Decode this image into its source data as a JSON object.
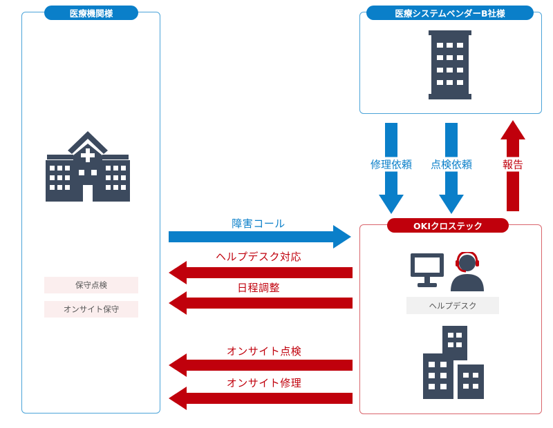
{
  "hospital": {
    "title": "医療機関様",
    "tags": [
      "保守点検",
      "オンサイト保守"
    ]
  },
  "vendor": {
    "title": "医療システムベンダーB社様"
  },
  "oki": {
    "title": "OKIクロステック",
    "desk_label": "ヘルプデスク"
  },
  "vertical_flows": [
    {
      "label": "修理依頼",
      "direction": "down"
    },
    {
      "label": "点検依頼",
      "direction": "down"
    },
    {
      "label": "報告",
      "direction": "up"
    }
  ],
  "horizontal_flows": [
    {
      "label": "障害コール",
      "direction": "right"
    },
    {
      "label": "ヘルプデスク対応",
      "direction": "left"
    },
    {
      "label": "日程調整",
      "direction": "left"
    },
    {
      "label": "オンサイト点検",
      "direction": "left"
    },
    {
      "label": "オンサイト修理",
      "direction": "left"
    }
  ],
  "colors": {
    "blue": "#0a7fc9",
    "red": "#c0000c",
    "icon": "#3c4a5e",
    "border_red": "#d9646b",
    "border_blue": "#4aa3d8"
  }
}
